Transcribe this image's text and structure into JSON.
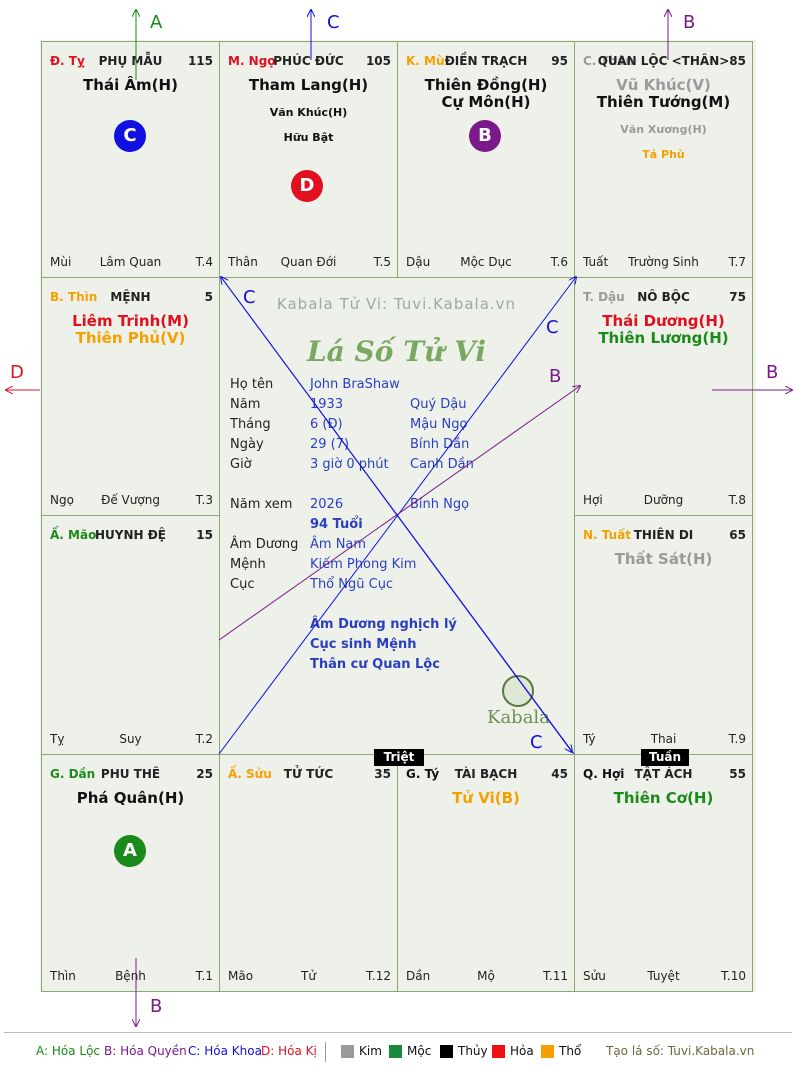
{
  "watermark": "Kabala Tử Vi: Tuvi.Kabala.vn",
  "script_title": "Lá Số Tử Vi",
  "center_logo": "Kabala",
  "info": {
    "rows": [
      {
        "label": "Họ tên",
        "v1": "John BraShaw",
        "v2": ""
      },
      {
        "label": "Năm",
        "v1": "1933",
        "v2": "Quý Dậu"
      },
      {
        "label": "Tháng",
        "v1": "6  (Đ)",
        "v2": "Mậu Ngọ"
      },
      {
        "label": "Ngày",
        "v1": "29  (7)",
        "v2": "Bính Dần"
      },
      {
        "label": "Giờ",
        "v1": "3 giờ 0 phút",
        "v2": "Canh Dần"
      },
      {
        "label": "Năm xem",
        "v1": "2026",
        "v2": "Bính Ngọ"
      },
      {
        "label": "",
        "v1": "94 Tuổi",
        "v2": ""
      },
      {
        "label": "Âm Dương",
        "v1": "Âm Nam",
        "v2": ""
      },
      {
        "label": "Mệnh",
        "v1": "Kiếm Phong Kim",
        "v2": ""
      },
      {
        "label": "Cục",
        "v1": "Thổ Ngũ Cục",
        "v2": ""
      }
    ],
    "notes": [
      "Âm Dương nghịch lý",
      "Cục sinh Mệnh",
      "Thân cư Quan Lộc"
    ]
  },
  "palaces": [
    {
      "can": "Đ. Tỵ",
      "can_color": "c-red",
      "name": "PHỤ MẪU",
      "num": "115",
      "stars": [
        {
          "t": "Thái Âm(H)",
          "c": "c-dark"
        }
      ],
      "minors": [],
      "bl": "Mùi",
      "bc": "Lâm Quan",
      "br": "T.4"
    },
    {
      "can": "M. Ngọ",
      "can_color": "c-red",
      "name": "PHÚC ĐỨC",
      "num": "105",
      "stars": [
        {
          "t": "Tham Lang(H)",
          "c": "c-dark"
        }
      ],
      "minors": [
        {
          "t": "Văn Khúc(H)",
          "c": "c-dark"
        },
        {
          "t": "Hữu Bật",
          "c": "c-dark"
        }
      ],
      "bl": "Thân",
      "bc": "Quan Đới",
      "br": "T.5"
    },
    {
      "can": "K. Mùi",
      "can_color": "c-orange",
      "name": "ĐIỀN TRẠCH",
      "num": "95",
      "stars": [
        {
          "t": "Thiên Đồng(H)",
          "c": "c-dark"
        },
        {
          "t": "Cự Môn(H)",
          "c": "c-dark"
        }
      ],
      "minors": [],
      "bl": "Dậu",
      "bc": "Mộc Dục",
      "br": "T.6"
    },
    {
      "can": "C. Thân",
      "can_color": "c-gray",
      "name": "QUAN LỘC <THÂN>",
      "num": "85",
      "stars": [
        {
          "t": "Vũ Khúc(V)",
          "c": "c-gray"
        },
        {
          "t": "Thiên Tướng(M)",
          "c": "c-dark"
        }
      ],
      "minors": [
        {
          "t": "Văn Xương(H)",
          "c": "c-gray"
        },
        {
          "t": "Tả Phù",
          "c": "c-orange"
        }
      ],
      "bl": "Tuất",
      "bc": "Trường Sinh",
      "br": "T.7"
    },
    {
      "can": "B. Thìn",
      "can_color": "c-orange",
      "name": "MỆNH",
      "num": "5",
      "stars": [
        {
          "t": "Liêm Trinh(M)",
          "c": "c-red"
        },
        {
          "t": "Thiên Phủ(V)",
          "c": "c-orange"
        }
      ],
      "minors": [],
      "bl": "Ngọ",
      "bc": "Đế Vượng",
      "br": "T.3"
    },
    {
      "can": "T. Dậu",
      "can_color": "c-gray",
      "name": "NÔ BỘC",
      "num": "75",
      "stars": [
        {
          "t": "Thái Dương(H)",
          "c": "c-red"
        },
        {
          "t": "Thiên Lương(H)",
          "c": "c-green"
        }
      ],
      "minors": [],
      "bl": "Hợi",
      "bc": "Dưỡng",
      "br": "T.8"
    },
    {
      "can": "Ấ. Mão",
      "can_color": "c-green",
      "name": "HUYNH ĐỆ",
      "num": "15",
      "stars": [],
      "minors": [],
      "bl": "Tỵ",
      "bc": "Suy",
      "br": "T.2"
    },
    {
      "can": "N. Tuất",
      "can_color": "c-orange",
      "name": "THIÊN DI",
      "num": "65",
      "stars": [
        {
          "t": "Thất Sát(H)",
          "c": "c-gray"
        }
      ],
      "minors": [],
      "bl": "Tý",
      "bc": "Thai",
      "br": "T.9"
    },
    {
      "can": "G. Dần",
      "can_color": "c-green",
      "name": "PHU THÊ",
      "num": "25",
      "stars": [
        {
          "t": "Phá Quân(H)",
          "c": "c-dark"
        }
      ],
      "minors": [],
      "bl": "Thìn",
      "bc": "Bệnh",
      "br": "T.1"
    },
    {
      "can": "Ấ. Sửu",
      "can_color": "c-orange",
      "name": "TỬ TỨC",
      "num": "35",
      "stars": [],
      "minors": [],
      "bl": "Mão",
      "bc": "Tử",
      "br": "T.12"
    },
    {
      "can": "G. Tý",
      "can_color": "c-dark",
      "name": "TÀI BẠCH",
      "num": "45",
      "stars": [
        {
          "t": "Tử Vi(B)",
          "c": "c-orange"
        }
      ],
      "minors": [],
      "bl": "Dần",
      "bc": "Mộ",
      "br": "T.11"
    },
    {
      "can": "Q. Hợi",
      "can_color": "c-dark",
      "name": "TẬT ÁCH",
      "num": "55",
      "stars": [
        {
          "t": "Thiên Cơ(H)",
          "c": "c-green"
        }
      ],
      "minors": [],
      "bl": "Sửu",
      "bc": "Tuyệt",
      "br": "T.10"
    }
  ],
  "badges": {
    "triet": "Triệt",
    "tuan": "Tuần"
  },
  "hoa": {
    "A": "A",
    "B": "B",
    "C": "C",
    "D": "D"
  },
  "colors": {
    "A": "#1a8a1a",
    "B": "#7a1a8a",
    "C": "#1010e0",
    "D": "#e0101e"
  },
  "legend": {
    "a": "A: Hóa Lộc",
    "b": "B: Hóa Quyền",
    "c": "C: Hóa Khoa",
    "d": "D: Hóa Kị",
    "kim": "Kim",
    "moc": "Mộc",
    "thuy": "Thủy",
    "hoa": "Hỏa",
    "tho": "Thổ",
    "credit": "Tạo lá số: Tuvi.Kabala.vn"
  }
}
